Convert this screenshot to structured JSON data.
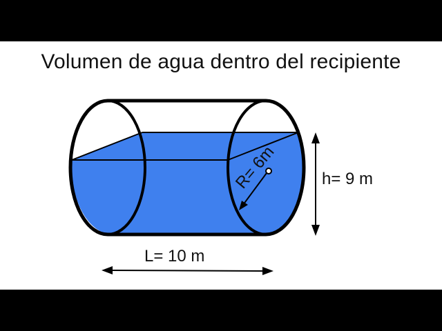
{
  "title": "Volumen de agua dentro del recipiente",
  "labels": {
    "radius": "R= 6m",
    "height": "h= 9 m",
    "length": "L= 10 m"
  },
  "colors": {
    "water": "#3f80ee",
    "outline": "#000000",
    "background": "#ffffff",
    "letterbox": "#000000"
  }
}
